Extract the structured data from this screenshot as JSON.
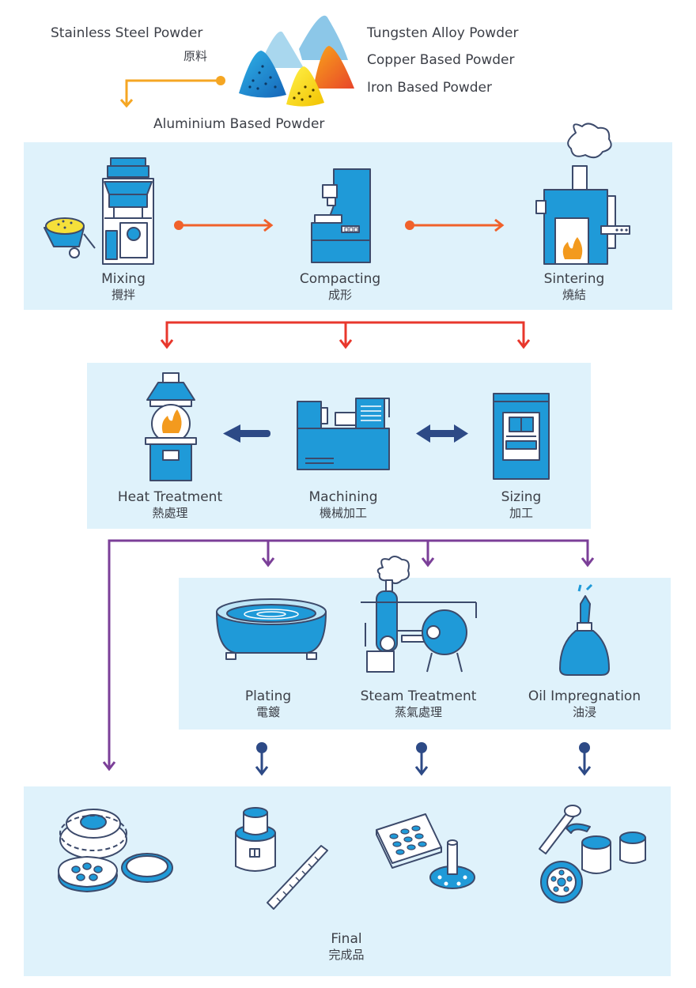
{
  "raw_materials": {
    "stainless": "Stainless Steel Powder",
    "stainless_zh": "原料",
    "tungsten": "Tungsten Alloy Powder",
    "copper": "Copper Based Powder",
    "iron": "Iron Based Powder",
    "aluminium": "Aluminium Based Powder"
  },
  "stage1": {
    "mixing": {
      "en": "Mixing",
      "zh": "攪拌"
    },
    "compacting": {
      "en": "Compacting",
      "zh": "成形"
    },
    "sintering": {
      "en": "Sintering",
      "zh": "燒結"
    }
  },
  "stage2": {
    "heat": {
      "en": "Heat Treatment",
      "zh": "熱處理"
    },
    "machining": {
      "en": "Machining",
      "zh": "機械加工"
    },
    "sizing": {
      "en": "Sizing",
      "zh": "加工"
    }
  },
  "stage3": {
    "plating": {
      "en": "Plating",
      "zh": "電鍍"
    },
    "steam": {
      "en": "Steam Treatment",
      "zh": "蒸氣處理"
    },
    "oil": {
      "en": "Oil Impregnation",
      "zh": "油浸"
    }
  },
  "final": {
    "en": "Final",
    "zh": "完成品"
  },
  "colors": {
    "panel": "#dff2fb",
    "machine": "#1f9ad8",
    "outline": "#3c4a6b",
    "orange": "#f0612b",
    "red": "#e8372c",
    "purple": "#7b3f98",
    "navy": "#2d4a86",
    "yellow": "#f5a623"
  }
}
